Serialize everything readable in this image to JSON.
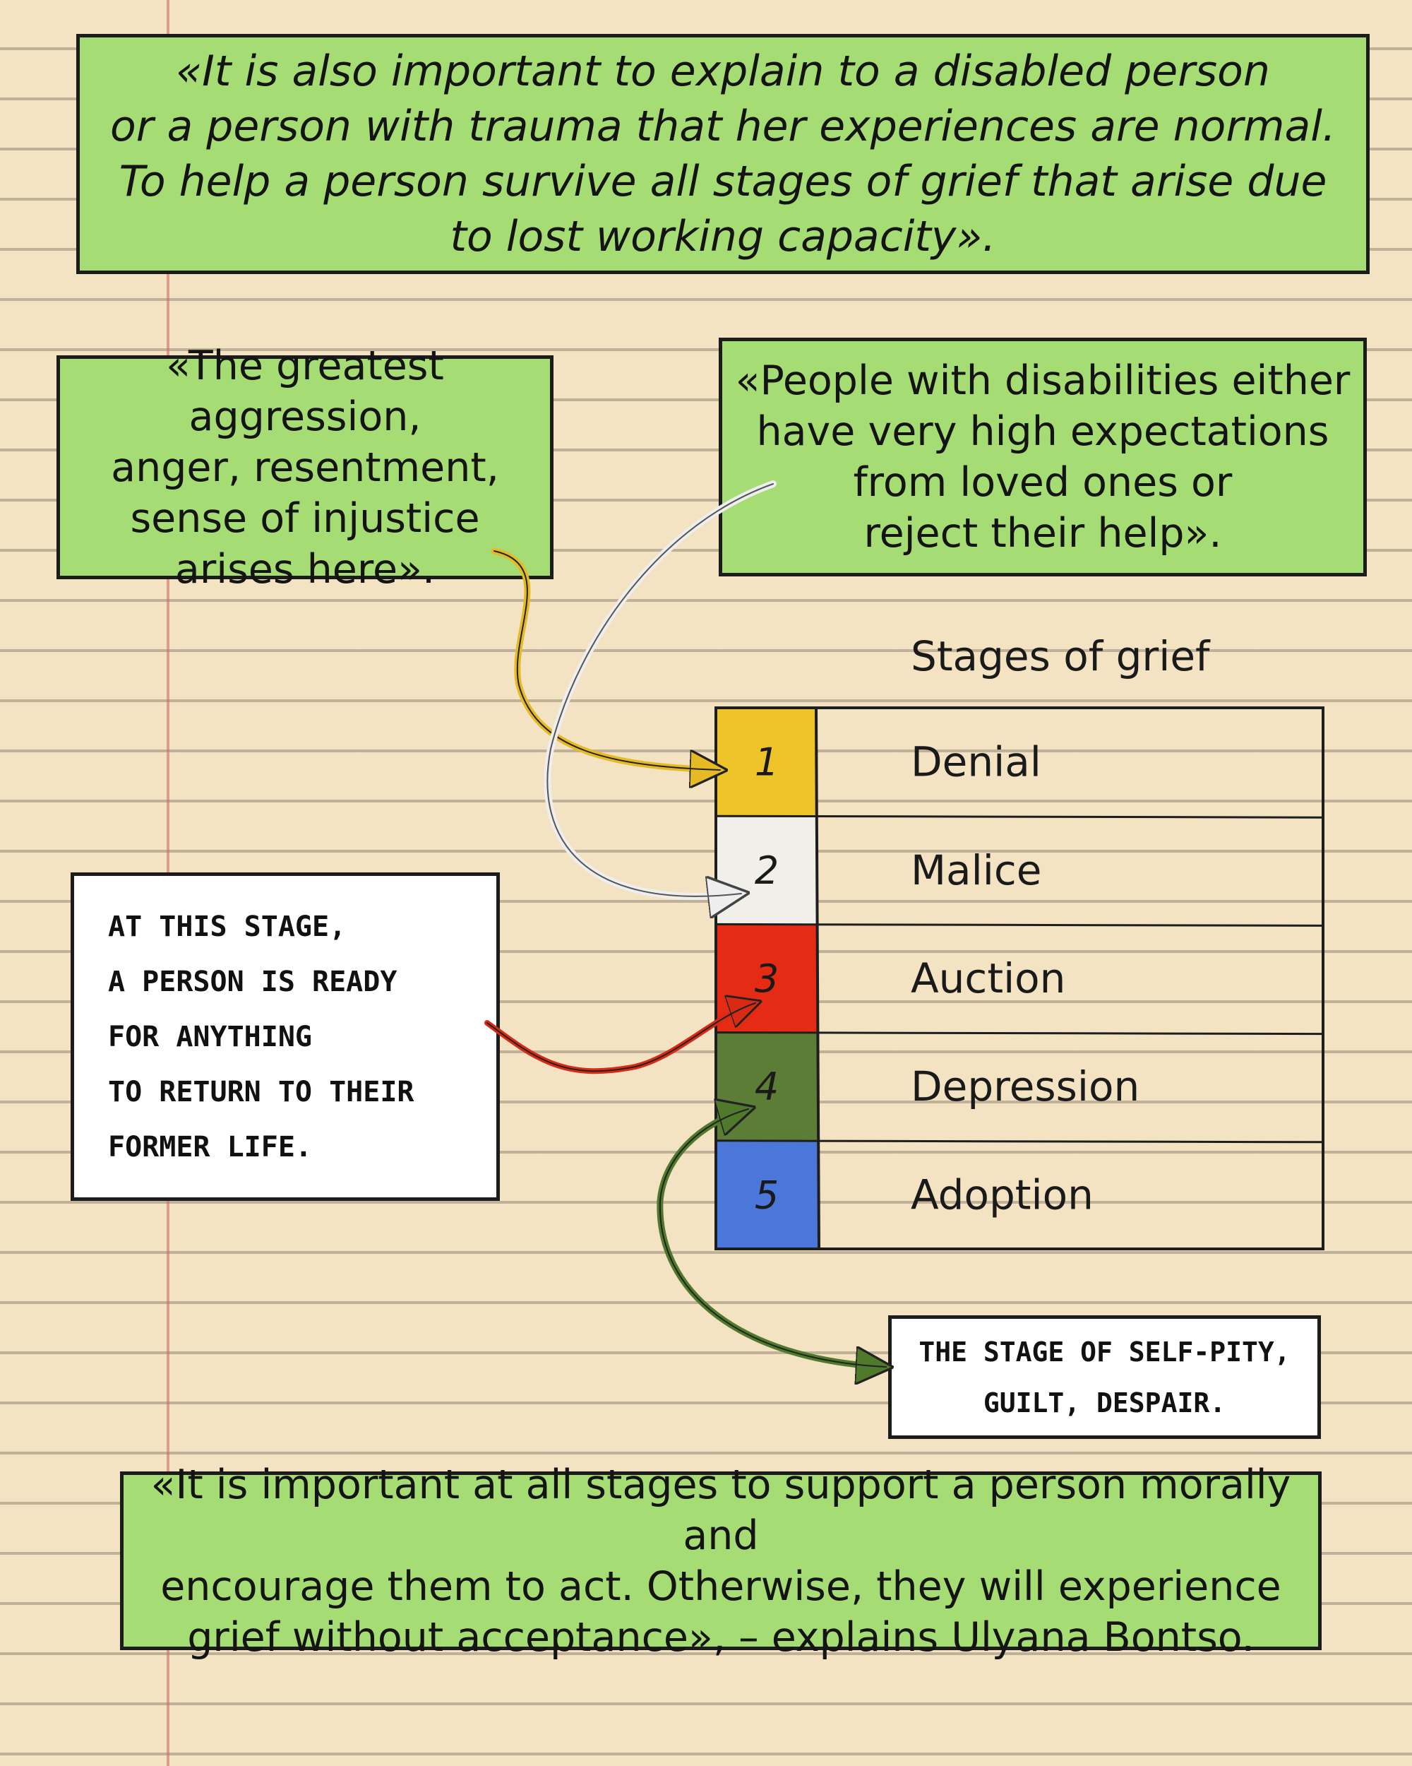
{
  "quotes": {
    "top": [
      "«It is also important to explain to a disabled person",
      "or a person with trauma that her experiences are normal.",
      "To help a person survive all stages of grief that arise due",
      "to lost working capacity»."
    ],
    "left": [
      "«The greatest aggression,",
      "anger, resentment,",
      "sense of injustice",
      "arises here»."
    ],
    "right": [
      "«People with disabilities either",
      "have very high expectations",
      "from loved ones or",
      "reject their help»."
    ],
    "bottom": [
      "«It is important at all stages to support a person morally and",
      "encourage them to act. Otherwise, they will experience",
      "grief without acceptance», – explains Ulyana Bontso."
    ]
  },
  "notes": {
    "left": [
      "At this stage,",
      "a person is ready",
      "for anything",
      "to return to their",
      "former life."
    ],
    "right": [
      "The stage of self-pity,",
      "guilt, despair."
    ]
  },
  "table": {
    "title": "Stages of grief",
    "stages": [
      {
        "number": "1",
        "label": "Denial",
        "color": "#eec42a"
      },
      {
        "number": "2",
        "label": "Malice",
        "color": "#f1efea"
      },
      {
        "number": "3",
        "label": "Auction",
        "color": "#e52b14"
      },
      {
        "number": "4",
        "label": "Depression",
        "color": "#5b7d35"
      },
      {
        "number": "5",
        "label": "Adoption",
        "color": "#4b77da"
      }
    ]
  },
  "colors": {
    "box_green": "#a6dc74",
    "paper": "#f3e3c3",
    "arrow_yellow": "#e6ba24",
    "arrow_white": "#eeeeee",
    "arrow_red": "#d92a14",
    "arrow_green": "#4f7a2c"
  }
}
